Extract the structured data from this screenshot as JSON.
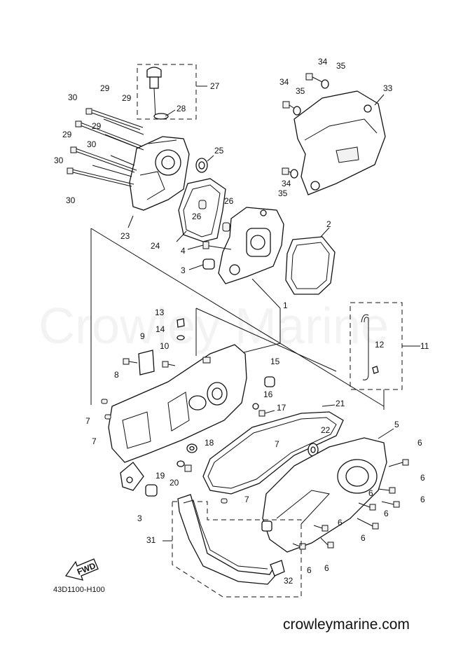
{
  "diagram": {
    "callouts": [
      {
        "id": "c27",
        "label": "27"
      },
      {
        "id": "c28",
        "label": "28"
      },
      {
        "id": "c29a",
        "label": "29"
      },
      {
        "id": "c29b",
        "label": "29"
      },
      {
        "id": "c29c",
        "label": "29"
      },
      {
        "id": "c29d",
        "label": "29"
      },
      {
        "id": "c30a",
        "label": "30"
      },
      {
        "id": "c30b",
        "label": "30"
      },
      {
        "id": "c30c",
        "label": "30"
      },
      {
        "id": "c30d",
        "label": "30"
      },
      {
        "id": "c25",
        "label": "25"
      },
      {
        "id": "c23",
        "label": "23"
      },
      {
        "id": "c24",
        "label": "24"
      },
      {
        "id": "c26a",
        "label": "26"
      },
      {
        "id": "c26b",
        "label": "26"
      },
      {
        "id": "c4",
        "label": "4"
      },
      {
        "id": "c3a",
        "label": "3"
      },
      {
        "id": "c2",
        "label": "2"
      },
      {
        "id": "c33",
        "label": "33"
      },
      {
        "id": "c34a",
        "label": "34"
      },
      {
        "id": "c35a",
        "label": "35"
      },
      {
        "id": "c34b",
        "label": "34"
      },
      {
        "id": "c35b",
        "label": "35"
      },
      {
        "id": "c34c",
        "label": "34"
      },
      {
        "id": "c35c",
        "label": "35"
      },
      {
        "id": "c1",
        "label": "1"
      },
      {
        "id": "c13",
        "label": "13"
      },
      {
        "id": "c14",
        "label": "14"
      },
      {
        "id": "c9",
        "label": "9"
      },
      {
        "id": "c10",
        "label": "10"
      },
      {
        "id": "c8",
        "label": "8"
      },
      {
        "id": "c15",
        "label": "15"
      },
      {
        "id": "c16",
        "label": "16"
      },
      {
        "id": "c17",
        "label": "17"
      },
      {
        "id": "c21",
        "label": "21"
      },
      {
        "id": "c12",
        "label": "12"
      },
      {
        "id": "c11",
        "label": "11"
      },
      {
        "id": "c7a",
        "label": "7"
      },
      {
        "id": "c7b",
        "label": "7"
      },
      {
        "id": "c7c",
        "label": "7"
      },
      {
        "id": "c7d",
        "label": "7"
      },
      {
        "id": "c5",
        "label": "5"
      },
      {
        "id": "c22",
        "label": "22"
      },
      {
        "id": "c18",
        "label": "18"
      },
      {
        "id": "c19",
        "label": "19"
      },
      {
        "id": "c20",
        "label": "20"
      },
      {
        "id": "c3b",
        "label": "3"
      },
      {
        "id": "c6a",
        "label": "6"
      },
      {
        "id": "c6b",
        "label": "6"
      },
      {
        "id": "c6c",
        "label": "6"
      },
      {
        "id": "c6d",
        "label": "6"
      },
      {
        "id": "c6e",
        "label": "6"
      },
      {
        "id": "c6f",
        "label": "6"
      },
      {
        "id": "c6g",
        "label": "6"
      },
      {
        "id": "c6h",
        "label": "6"
      },
      {
        "id": "c6i",
        "label": "6"
      },
      {
        "id": "c31",
        "label": "31"
      },
      {
        "id": "c32",
        "label": "32"
      }
    ],
    "fwd_label": "FWD",
    "diagram_code": "43D1100-H100"
  },
  "watermark": {
    "text": "Crowley Marine"
  },
  "footer": {
    "site": "crowleymarine.com"
  }
}
